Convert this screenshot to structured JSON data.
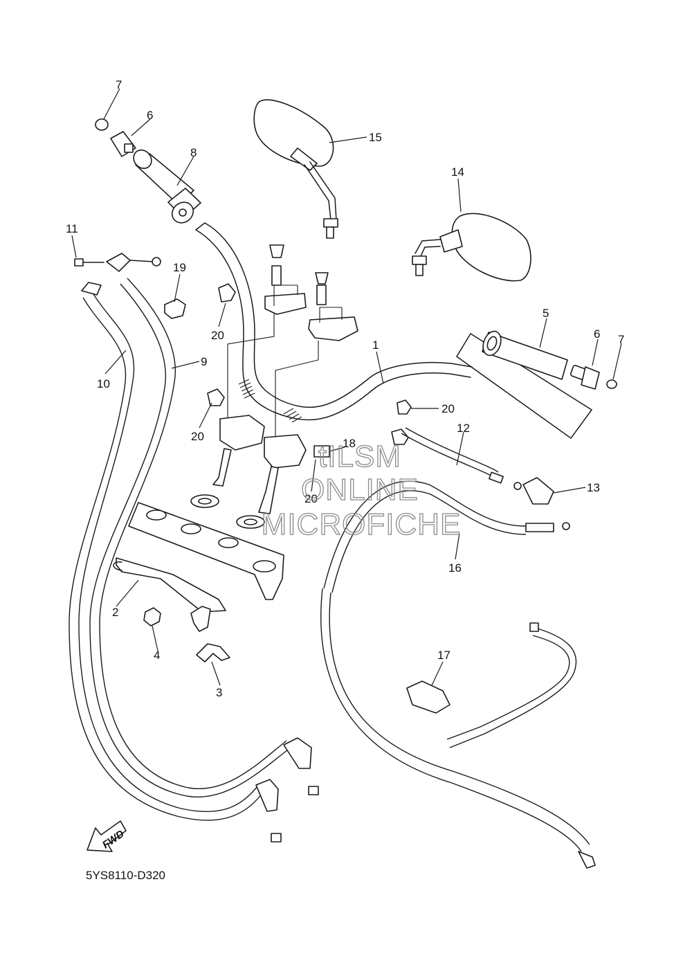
{
  "diagram": {
    "drawing_code": "5YS8110-D320",
    "direction_label": "FWD",
    "watermark": [
      "tILSM",
      "ONLINE",
      "MICROFICHE"
    ],
    "callouts": [
      "7",
      "6",
      "8",
      "15",
      "14",
      "11",
      "19",
      "20",
      "10",
      "9",
      "20",
      "1",
      "5",
      "6",
      "7",
      "20",
      "12",
      "18",
      "13",
      "20",
      "16",
      "2",
      "4",
      "3",
      "17"
    ]
  }
}
